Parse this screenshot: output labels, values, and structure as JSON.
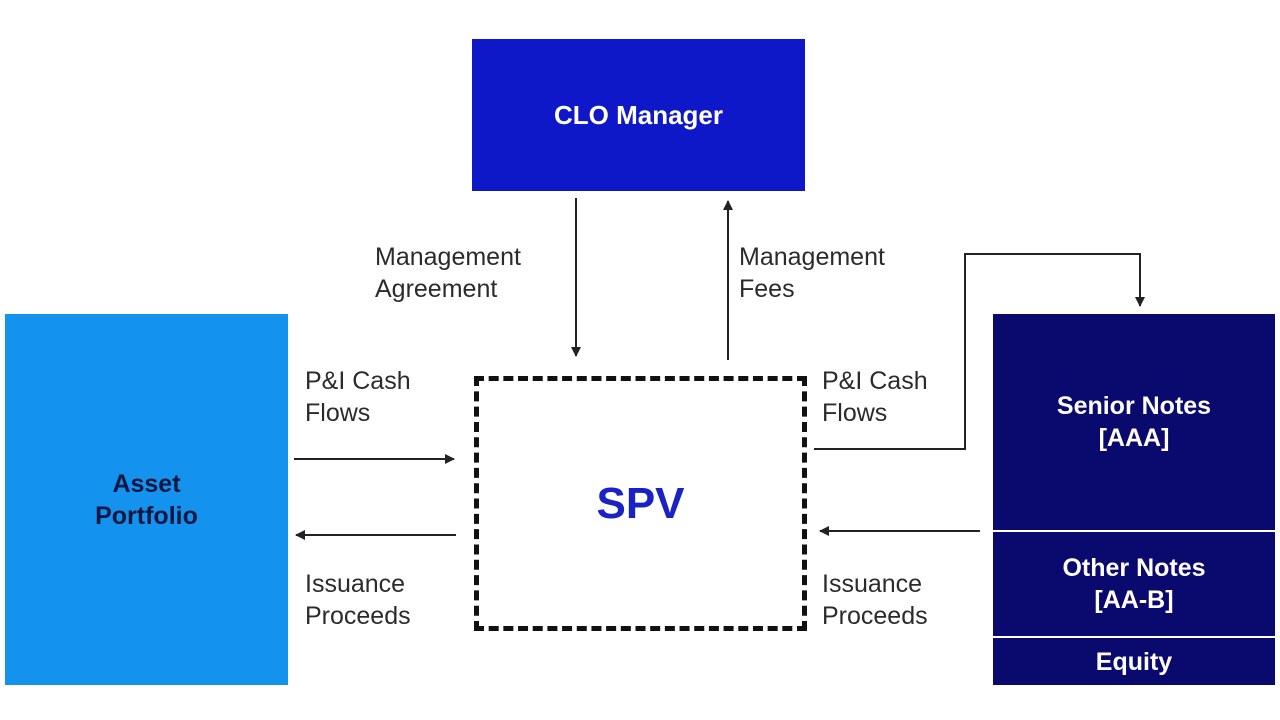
{
  "nodes": {
    "clo_manager": "CLO Manager",
    "asset_portfolio": "Asset\nPortfolio",
    "spv": "SPV",
    "senior_notes": "Senior Notes\n[AAA]",
    "other_notes": "Other Notes\n[AA-B]",
    "equity": "Equity"
  },
  "edges": {
    "management_agreement": "Management\nAgreement",
    "management_fees": "Management\nFees",
    "pi_cash_flows_left": "P&I Cash\nFlows",
    "issuance_proceeds_left": "Issuance\nProceeds",
    "pi_cash_flows_right": "P&I Cash\nFlows",
    "issuance_proceeds_right": "Issuance\nProceeds"
  },
  "colors": {
    "clo_manager": "#0f18c9",
    "asset_portfolio": "#1493ee",
    "notes": "#0a0a6e",
    "spv_text": "#1a22c4",
    "line": "#222222"
  }
}
